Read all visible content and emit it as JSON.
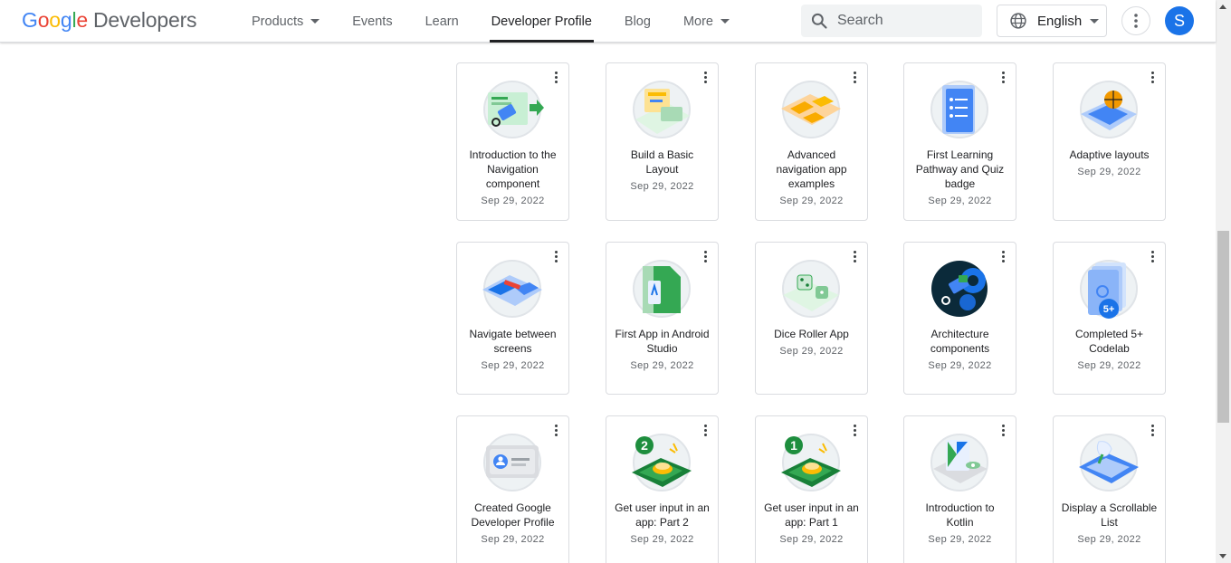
{
  "header": {
    "logo": {
      "g1": "G",
      "g2": "o",
      "g3": "o",
      "g4": "g",
      "g5": "l",
      "g6": "e",
      "product": "Developers"
    },
    "nav": [
      {
        "label": "Products",
        "dropdown": true
      },
      {
        "label": "Events",
        "dropdown": false
      },
      {
        "label": "Learn",
        "dropdown": false
      },
      {
        "label": "Developer Profile",
        "dropdown": false,
        "active": true
      },
      {
        "label": "Blog",
        "dropdown": false
      },
      {
        "label": "More",
        "dropdown": true
      }
    ],
    "search_placeholder": "Search",
    "language": "English",
    "avatar_initial": "S"
  },
  "colors": {
    "accent_blue": "#1a73e8",
    "border": "#dadce0",
    "text_secondary": "#5f6368"
  },
  "badges": [
    {
      "title": "Introduction to the Navigation component",
      "date": "Sep 29, 2022",
      "icon": "navigation-component-badge-icon"
    },
    {
      "title": "Build a Basic Layout",
      "date": "Sep 29, 2022",
      "icon": "basic-layout-badge-icon"
    },
    {
      "title": "Advanced navigation app examples",
      "date": "Sep 29, 2022",
      "icon": "advanced-navigation-badge-icon"
    },
    {
      "title": "First Learning Pathway and Quiz badge",
      "date": "Sep 29, 2022",
      "icon": "learning-pathway-badge-icon"
    },
    {
      "title": "Adaptive layouts",
      "date": "Sep 29, 2022",
      "icon": "adaptive-layouts-badge-icon"
    },
    {
      "title": "Navigate between screens",
      "date": "Sep 29, 2022",
      "icon": "navigate-screens-badge-icon"
    },
    {
      "title": "First App in Android Studio",
      "date": "Sep 29, 2022",
      "icon": "first-app-badge-icon"
    },
    {
      "title": "Dice Roller App",
      "date": "Sep 29, 2022",
      "icon": "dice-roller-badge-icon"
    },
    {
      "title": "Architecture components",
      "date": "Sep 29, 2022",
      "icon": "architecture-components-badge-icon"
    },
    {
      "title": "Completed 5+ Codelab",
      "date": "Sep 29, 2022",
      "icon": "codelab-5-badge-icon",
      "overlay": "5+"
    },
    {
      "title": "Created Google Developer Profile",
      "date": "Sep 29, 2022",
      "icon": "developer-profile-badge-icon"
    },
    {
      "title": "Get user input in an app: Part 2",
      "date": "Sep 29, 2022",
      "icon": "user-input-part2-badge-icon",
      "overlay": "2"
    },
    {
      "title": "Get user input in an app: Part 1",
      "date": "Sep 29, 2022",
      "icon": "user-input-part1-badge-icon",
      "overlay": "1"
    },
    {
      "title": "Introduction to Kotlin",
      "date": "Sep 29, 2022",
      "icon": "kotlin-badge-icon"
    },
    {
      "title": "Display a Scrollable List",
      "date": "Sep 29, 2022",
      "icon": "scrollable-list-badge-icon"
    }
  ]
}
